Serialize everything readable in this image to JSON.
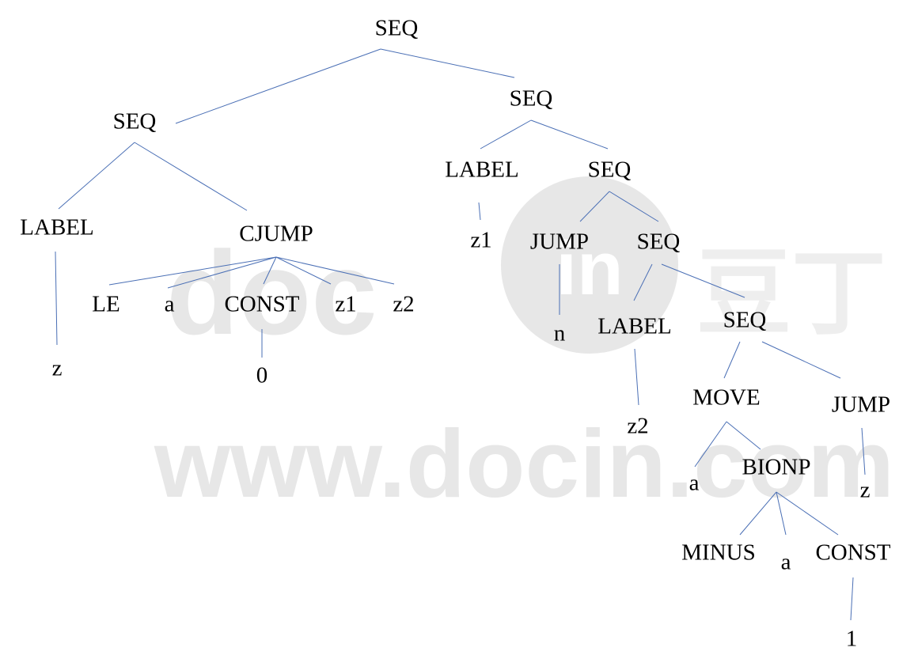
{
  "colors": {
    "edge": "#4a6fb5",
    "text": "#000000",
    "watermark": "#e7e7e7",
    "watermark_light": "#eeeeee"
  },
  "watermark": {
    "logo_text": "doc",
    "logo_in": "in",
    "cn_text": "豆丁",
    "url_text": "www.docin.com"
  },
  "tree": {
    "nodes": [
      {
        "id": "seq-root",
        "label": "SEQ"
      },
      {
        "id": "seq-left",
        "label": "SEQ"
      },
      {
        "id": "seq-right",
        "label": "SEQ"
      },
      {
        "id": "label-z",
        "label": "LABEL"
      },
      {
        "id": "cjump",
        "label": "CJUMP"
      },
      {
        "id": "leaf-z",
        "label": "z"
      },
      {
        "id": "le",
        "label": "LE"
      },
      {
        "id": "leaf-a-1",
        "label": "a"
      },
      {
        "id": "const-0",
        "label": "CONST"
      },
      {
        "id": "leaf-z1-1",
        "label": "z1"
      },
      {
        "id": "leaf-z2-1",
        "label": "z2"
      },
      {
        "id": "leaf-0",
        "label": "0"
      },
      {
        "id": "label-z1",
        "label": "LABEL"
      },
      {
        "id": "seq-2",
        "label": "SEQ"
      },
      {
        "id": "leaf-z1-2",
        "label": "z1"
      },
      {
        "id": "jump-n",
        "label": "JUMP"
      },
      {
        "id": "seq-3",
        "label": "SEQ"
      },
      {
        "id": "leaf-n",
        "label": "n"
      },
      {
        "id": "label-z2",
        "label": "LABEL"
      },
      {
        "id": "seq-4",
        "label": "SEQ"
      },
      {
        "id": "leaf-z2-2",
        "label": "z2"
      },
      {
        "id": "move",
        "label": "MOVE"
      },
      {
        "id": "jump-z",
        "label": "JUMP"
      },
      {
        "id": "leaf-a-2",
        "label": "a"
      },
      {
        "id": "bionp",
        "label": "BIONP"
      },
      {
        "id": "leaf-z-2",
        "label": "z"
      },
      {
        "id": "minus",
        "label": "MINUS"
      },
      {
        "id": "leaf-a-3",
        "label": "a"
      },
      {
        "id": "const-1",
        "label": "CONST"
      },
      {
        "id": "leaf-1",
        "label": "1"
      }
    ],
    "edges": [
      [
        "seq-root",
        "seq-left"
      ],
      [
        "seq-root",
        "seq-right"
      ],
      [
        "seq-left",
        "label-z"
      ],
      [
        "seq-left",
        "cjump"
      ],
      [
        "label-z",
        "leaf-z"
      ],
      [
        "cjump",
        "le"
      ],
      [
        "cjump",
        "leaf-a-1"
      ],
      [
        "cjump",
        "const-0"
      ],
      [
        "cjump",
        "leaf-z1-1"
      ],
      [
        "cjump",
        "leaf-z2-1"
      ],
      [
        "const-0",
        "leaf-0"
      ],
      [
        "seq-right",
        "label-z1"
      ],
      [
        "seq-right",
        "seq-2"
      ],
      [
        "label-z1",
        "leaf-z1-2"
      ],
      [
        "seq-2",
        "jump-n"
      ],
      [
        "seq-2",
        "seq-3"
      ],
      [
        "jump-n",
        "leaf-n"
      ],
      [
        "seq-3",
        "label-z2"
      ],
      [
        "seq-3",
        "seq-4"
      ],
      [
        "label-z2",
        "leaf-z2-2"
      ],
      [
        "seq-4",
        "move"
      ],
      [
        "seq-4",
        "jump-z"
      ],
      [
        "move",
        "leaf-a-2"
      ],
      [
        "move",
        "bionp"
      ],
      [
        "jump-z",
        "leaf-z-2"
      ],
      [
        "bionp",
        "minus"
      ],
      [
        "bionp",
        "leaf-a-3"
      ],
      [
        "bionp",
        "const-1"
      ],
      [
        "const-1",
        "leaf-1"
      ]
    ]
  }
}
